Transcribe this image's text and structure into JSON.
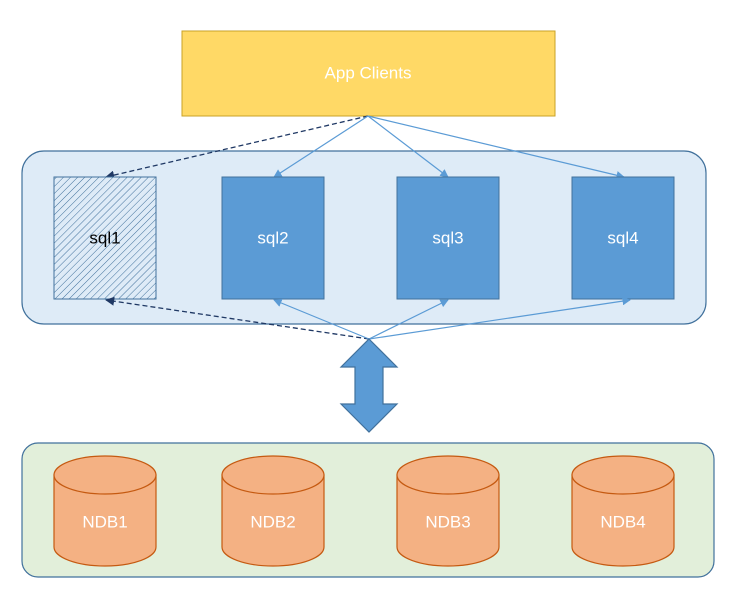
{
  "diagram": {
    "app_clients": {
      "label": "App Clients",
      "fill": "#FFD966",
      "stroke": "#C9A227"
    },
    "sql_nodes": [
      {
        "label": "sql1",
        "state": "hatched",
        "fill": "#DEEBF7",
        "stroke": "#41719C"
      },
      {
        "label": "sql2",
        "state": "active",
        "fill": "#5B9BD5",
        "stroke": "#41719C"
      },
      {
        "label": "sql3",
        "state": "active",
        "fill": "#5B9BD5",
        "stroke": "#41719C"
      },
      {
        "label": "sql4",
        "state": "active",
        "fill": "#5B9BD5",
        "stroke": "#41719C"
      }
    ],
    "sql_group": {
      "fill": "#DEEBF7",
      "stroke": "#41719C"
    },
    "ndb_nodes": [
      {
        "label": "NDB1"
      },
      {
        "label": "NDB2"
      },
      {
        "label": "NDB3"
      },
      {
        "label": "NDB4"
      }
    ],
    "ndb_group": {
      "fill": "#E2EFDA",
      "stroke": "#41719C"
    },
    "colors": {
      "cylinder_fill": "#F4B183",
      "cylinder_stroke": "#C55A11",
      "connector": "#5B9BD5",
      "dashed_connector": "#1F3864",
      "double_arrow_fill": "#5B9BD5",
      "double_arrow_stroke": "#41719C",
      "light_text": "#ffffff",
      "dark_text": "#000000"
    },
    "connections": {
      "clients_to_sql": [
        "sql1",
        "sql2",
        "sql3",
        "sql4"
      ],
      "dashed": [
        "sql1"
      ]
    }
  }
}
